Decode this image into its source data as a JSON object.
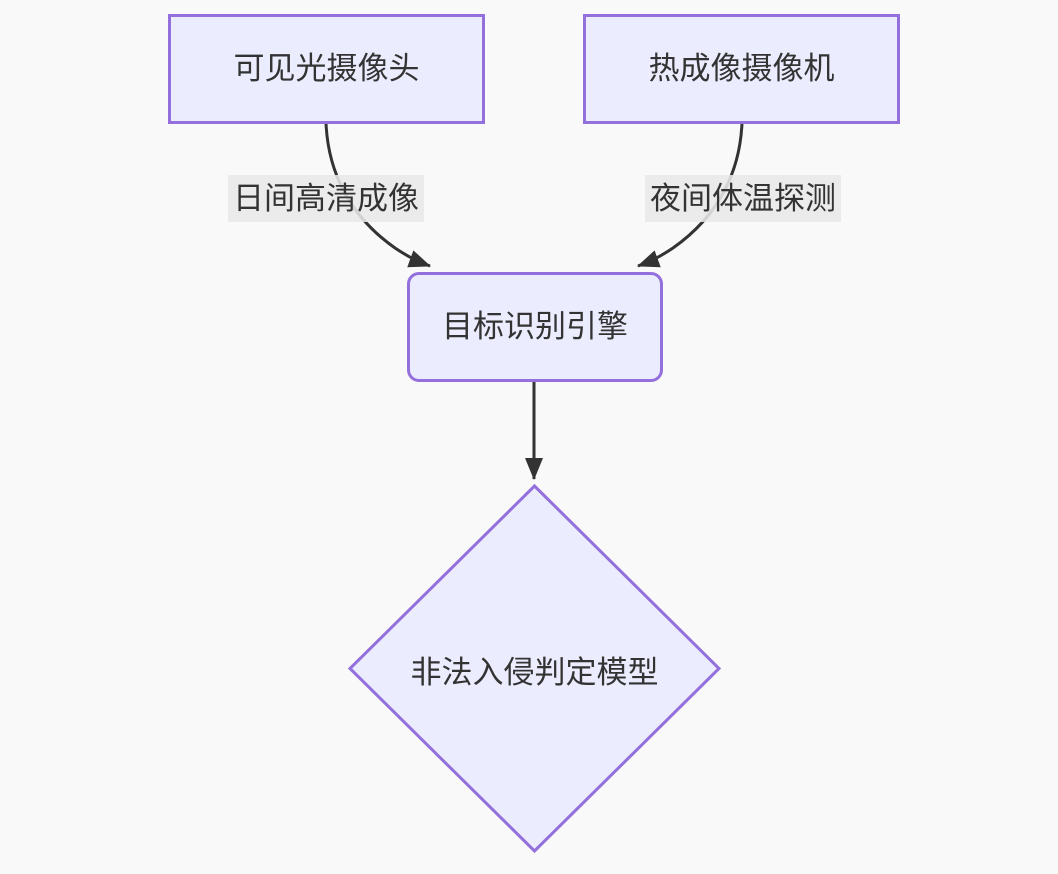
{
  "diagram": {
    "type": "flowchart-top-down",
    "colors": {
      "background": "#f9f9f9",
      "node_fill": "#ECECFF",
      "node_border": "#9370DB",
      "edge_stroke": "#333333",
      "edge_label_background": "#e8e8e8",
      "text": "#333333"
    },
    "nodes": [
      {
        "id": "visible-camera",
        "shape": "rectangle",
        "label": "可见光摄像头"
      },
      {
        "id": "thermal-camera",
        "shape": "rectangle",
        "label": "热成像摄像机"
      },
      {
        "id": "recognition-engine",
        "shape": "rounded-rectangle",
        "label": "目标识别引擎"
      },
      {
        "id": "intrusion-model",
        "shape": "diamond",
        "label": "非法入侵判定模型"
      }
    ],
    "edges": [
      {
        "from": "visible-camera",
        "to": "recognition-engine",
        "label": "日间高清成像"
      },
      {
        "from": "thermal-camera",
        "to": "recognition-engine",
        "label": "夜间体温探测"
      },
      {
        "from": "recognition-engine",
        "to": "intrusion-model",
        "label": ""
      }
    ]
  }
}
